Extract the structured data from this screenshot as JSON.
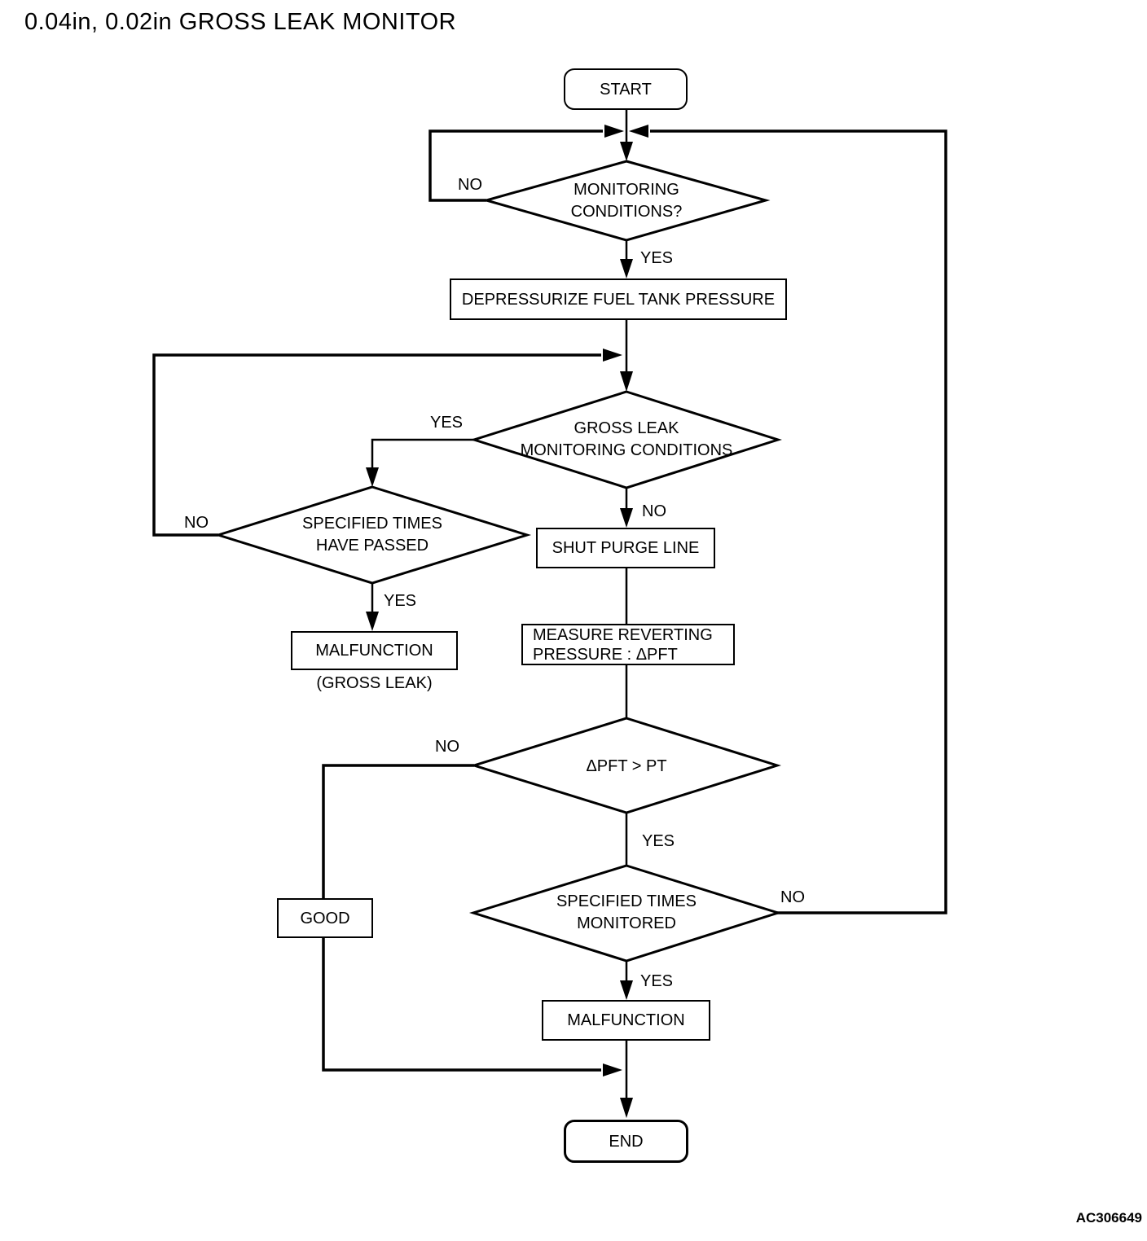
{
  "title": "0.04in, 0.02in GROSS LEAK MONITOR",
  "figure_code": "AC306649",
  "nodes": {
    "start": "START",
    "monitoring_conditions": {
      "line1": "MONITORING",
      "line2": "CONDITIONS?"
    },
    "depressurize": "DEPRESSURIZE FUEL TANK PRESSURE",
    "gross_leak_conditions": {
      "line1": "GROSS LEAK",
      "line2": "MONITORING CONDITIONS"
    },
    "specified_times_passed": {
      "line1": "SPECIFIED TIMES",
      "line2": "HAVE PASSED"
    },
    "malfunction_gross_leak": {
      "label": "MALFUNCTION",
      "note": "(GROSS LEAK)"
    },
    "shut_purge_line": "SHUT PURGE LINE",
    "measure_reverting": {
      "line1": "MEASURE REVERTING",
      "line2": "PRESSURE : ΔPFT"
    },
    "delta_pft_gt_pt": "ΔPFT > PT",
    "good": "GOOD",
    "specified_times_monitored": {
      "line1": "SPECIFIED TIMES",
      "line2": "MONITORED"
    },
    "malfunction": "MALFUNCTION",
    "end": "END"
  },
  "edge_labels": {
    "monitoring_no": "NO",
    "monitoring_yes": "YES",
    "gross_leak_yes": "YES",
    "gross_leak_no": "NO",
    "times_passed_no": "NO",
    "times_passed_yes": "YES",
    "delta_pft_no": "NO",
    "delta_pft_yes": "YES",
    "times_monitored_no": "NO",
    "times_monitored_yes": "YES"
  }
}
